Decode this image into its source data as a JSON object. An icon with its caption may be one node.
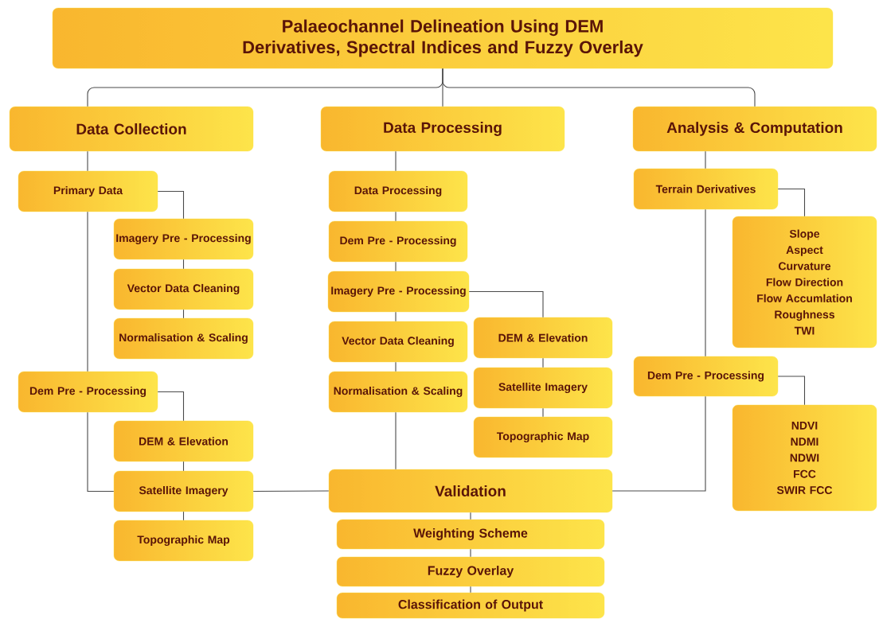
{
  "diagram": {
    "nodes": [
      {
        "text": [
          "Palaeochannel Delineation Using DEM Derivatives, Spectral Indices and Fuzzy Overlay"
        ]
      },
      {
        "text": [
          "Data Collection"
        ]
      },
      {
        "text": [
          "Data Processing"
        ]
      },
      {
        "text": [
          "Analysis & Computation"
        ]
      },
      {
        "text": [
          "Primary Data"
        ]
      },
      {
        "text": [
          "Imagery Pre - Processing"
        ]
      },
      {
        "text": [
          "Vector Data Cleaning"
        ]
      },
      {
        "text": [
          "Normalisation & Scaling"
        ]
      },
      {
        "text": [
          "Dem Pre - Processing"
        ]
      },
      {
        "text": [
          "DEM & Elevation"
        ]
      },
      {
        "text": [
          "Satellite Imagery"
        ]
      },
      {
        "text": [
          "Topographic Map"
        ]
      },
      {
        "text": [
          "Data Processing"
        ]
      },
      {
        "text": [
          "Dem Pre - Processing"
        ]
      },
      {
        "text": [
          "Imagery Pre - Processing"
        ]
      },
      {
        "text": [
          "Vector Data Cleaning"
        ]
      },
      {
        "text": [
          "Normalisation & Scaling"
        ]
      },
      {
        "text": [
          "DEM & Elevation"
        ]
      },
      {
        "text": [
          "Satellite Imagery"
        ]
      },
      {
        "text": [
          "Topographic Map"
        ]
      },
      {
        "text": [
          "Validation"
        ]
      },
      {
        "text": [
          "Weighting Scheme"
        ]
      },
      {
        "text": [
          "Fuzzy Overlay"
        ]
      },
      {
        "text": [
          "Classification of Output"
        ]
      },
      {
        "text": [
          "Terrain Derivatives"
        ]
      },
      {
        "text": [
          "Slope",
          "Aspect",
          "Curvature",
          "Flow Direction",
          "Flow Accumlation",
          "Roughness",
          "TWI"
        ]
      },
      {
        "text": [
          "Dem Pre - Processing"
        ]
      },
      {
        "text": [
          "NDVI",
          "NDMI",
          "NDWI",
          "FCC",
          "SWIR FCC"
        ]
      }
    ],
    "edges": [
      {
        "from": 0,
        "to": 1,
        "arrow": "none"
      },
      {
        "from": 0,
        "to": 2,
        "arrow": "none"
      },
      {
        "from": 0,
        "to": 3,
        "arrow": "none"
      },
      {
        "from": 1,
        "to": 4,
        "arrow": "none"
      },
      {
        "from": 4,
        "to": 5,
        "arrow": "none"
      },
      {
        "from": 5,
        "to": 6,
        "arrow": "none"
      },
      {
        "from": 6,
        "to": 7,
        "arrow": "none"
      },
      {
        "from": 4,
        "to": 8,
        "arrow": "none"
      },
      {
        "from": 8,
        "to": 9,
        "arrow": "none"
      },
      {
        "from": 9,
        "to": 10,
        "arrow": "none"
      },
      {
        "from": 10,
        "to": 11,
        "arrow": "none"
      },
      {
        "from": 8,
        "to": 10,
        "arrow": "none"
      },
      {
        "from": 10,
        "to": 20,
        "arrow": "none"
      },
      {
        "from": 2,
        "to": 12,
        "arrow": "none"
      },
      {
        "from": 12,
        "to": 13,
        "arrow": "none"
      },
      {
        "from": 13,
        "to": 14,
        "arrow": "none"
      },
      {
        "from": 14,
        "to": 15,
        "arrow": "none"
      },
      {
        "from": 15,
        "to": 16,
        "arrow": "none"
      },
      {
        "from": 16,
        "to": 20,
        "arrow": "none"
      },
      {
        "from": 14,
        "to": 17,
        "arrow": "none"
      },
      {
        "from": 17,
        "to": 18,
        "arrow": "none"
      },
      {
        "from": 18,
        "to": 19,
        "arrow": "none"
      },
      {
        "from": 20,
        "to": 21,
        "arrow": "none"
      },
      {
        "from": 21,
        "to": 22,
        "arrow": "none"
      },
      {
        "from": 22,
        "to": 23,
        "arrow": "none"
      },
      {
        "from": 3,
        "to": 24,
        "arrow": "none"
      },
      {
        "from": 24,
        "to": 25,
        "arrow": "none"
      },
      {
        "from": 24,
        "to": 26,
        "arrow": "none"
      },
      {
        "from": 26,
        "to": 27,
        "arrow": "none"
      },
      {
        "from": 26,
        "to": 20,
        "arrow": "none"
      }
    ]
  }
}
